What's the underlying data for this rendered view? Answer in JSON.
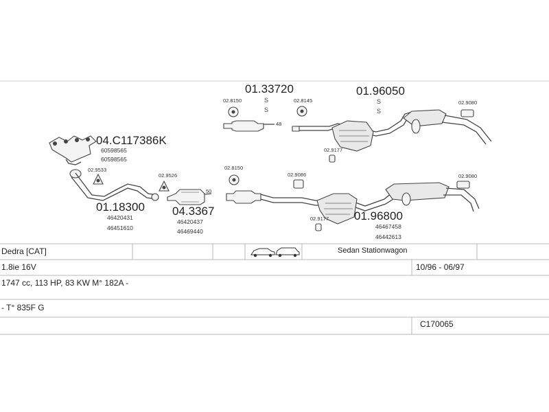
{
  "diagram": {
    "parts": {
      "manifold": {
        "number": "04.C117386K",
        "oem": [
          "60598565",
          "60598565"
        ]
      },
      "front_pipe": {
        "number": "01.18300",
        "oem": [
          "46420431",
          "46451610"
        ]
      },
      "catalyst": {
        "number": "04.3367",
        "oem": [
          "46420437",
          "46469440"
        ]
      },
      "middle_pipe": {
        "number": "01.33720",
        "marks": [
          "S",
          "S"
        ]
      },
      "rear_silencer_top": {
        "number": "01.96050",
        "marks": [
          "S",
          "S"
        ]
      },
      "rear_silencer_bottom": {
        "number": "01.96800",
        "oem": [
          "46467458",
          "46442613"
        ]
      }
    },
    "accessories": {
      "a1": "02.9533",
      "a2": "02.9526",
      "a3": "02.8150",
      "a4": "02.8145",
      "a5": "02.9177",
      "a6": "02.9080",
      "a7": "02.8150",
      "a8": "02.9086",
      "a9": "02.9177",
      "a10": "02.9080"
    },
    "size_labels": {
      "s1": "48",
      "s2": "50"
    }
  },
  "info_table": {
    "model": "Dedra  [CAT]",
    "body_types": "Sedan  Stationwagon",
    "engine": "1.8ie 16V",
    "years": "10/96 - 06/97",
    "specs": "1747 cc, 113 HP, 83 KW  M° 182A -",
    "type_code": "- T° 835F G",
    "catalog_code": "C170065"
  },
  "icons": [
    "sedan-car-icon",
    "stationwagon-car-icon"
  ],
  "colors": {
    "line": "#444444",
    "grid": "#b8b8b8",
    "background": "#ffffff"
  }
}
